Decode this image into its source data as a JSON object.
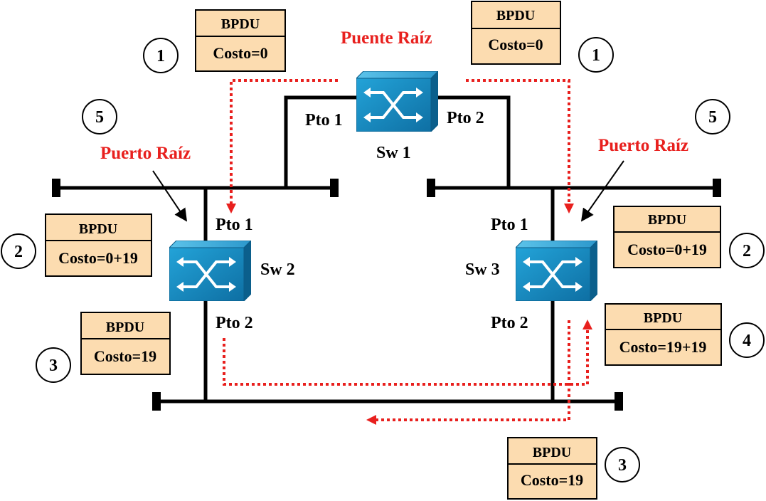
{
  "root_bridge_label": "Puente Raíz",
  "root_port_label_left": "Puerto Raíz",
  "root_port_label_right": "Puerto Raíz",
  "switches": {
    "sw1": {
      "name": "Sw 1",
      "port1": "Pto 1",
      "port2": "Pto 2"
    },
    "sw2": {
      "name": "Sw 2",
      "port1": "Pto 1",
      "port2": "Pto 2"
    },
    "sw3": {
      "name": "Sw 3",
      "port1": "Pto 1",
      "port2": "Pto 2"
    }
  },
  "bpdus": {
    "b1": {
      "title": "BPDU",
      "cost": "Costo=0"
    },
    "b2": {
      "title": "BPDU",
      "cost": "Costo=0"
    },
    "b3": {
      "title": "BPDU",
      "cost": "Costo=0+19"
    },
    "b4": {
      "title": "BPDU",
      "cost": "Costo=0+19"
    },
    "b5": {
      "title": "BPDU",
      "cost": "Costo=19"
    },
    "b6": {
      "title": "BPDU",
      "cost": "Costo=19+19"
    },
    "b7": {
      "title": "BPDU",
      "cost": "Costo=19"
    }
  },
  "steps": {
    "s1a": "1",
    "s1b": "1",
    "s2a": "2",
    "s2b": "2",
    "s3a": "3",
    "s3b": "3",
    "s4": "4",
    "s5a": "5",
    "s5b": "5"
  },
  "colors": {
    "accent": "#e8201e",
    "box_fill": "#fcdcb0",
    "switch_blue": "#1a8fc4"
  }
}
